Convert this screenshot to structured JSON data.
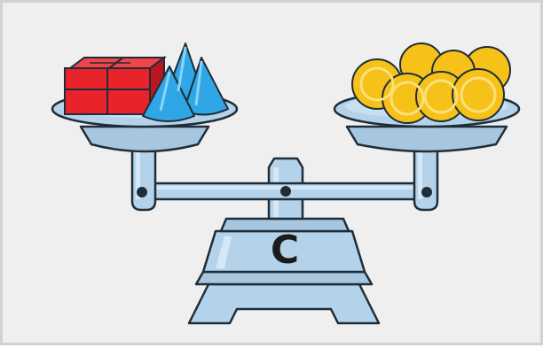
{
  "scale": {
    "label": "C"
  },
  "left_pan": {
    "cubes": 4,
    "cones": 3,
    "cube_color": "#e8232b",
    "cone_color": "#2fa7e6"
  },
  "right_pan": {
    "coins": 7,
    "coin_color": "#f6c21a"
  },
  "colors": {
    "background": "#efefef",
    "scale_body": "#b4d3ea",
    "outline": "#1f2d38"
  }
}
